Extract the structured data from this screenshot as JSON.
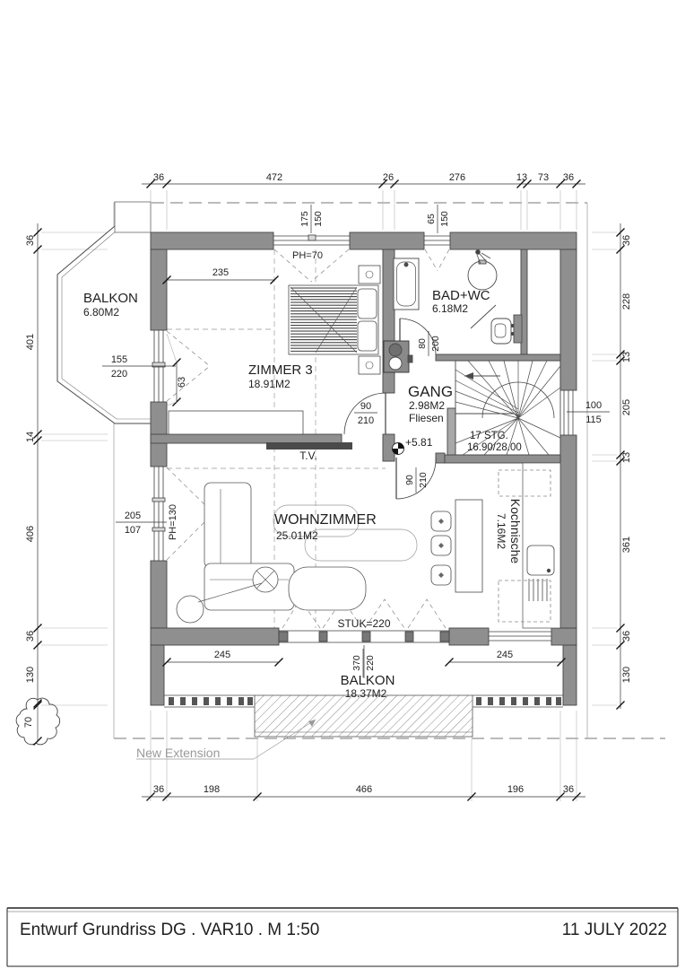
{
  "title": {
    "left": "Entwurf Grundriss DG . VAR10 . M 1:50",
    "right": "11 JULY 2022"
  },
  "rooms": {
    "balkon_west": {
      "name": "BALKON",
      "area": "6.80M2"
    },
    "zimmer3": {
      "name": "ZIMMER 3",
      "area": "18.91M2"
    },
    "bad": {
      "name": "BAD+WC",
      "area": "6.18M2"
    },
    "gang": {
      "name": "GANG",
      "area": "2.98M2",
      "floor": "Fliesen"
    },
    "wohnzimmer": {
      "name": "WOHNZIMMER",
      "area": "25.01M2"
    },
    "kochnische": {
      "name": "Kochnische",
      "area": "7.16M2"
    },
    "balkon_sued": {
      "name": "BALKON",
      "area": "18.37M2"
    }
  },
  "stairs": {
    "line1": "17 STG.",
    "line2": "16.90/28.00"
  },
  "labels": {
    "tv": "T.V.",
    "level": "+5.81",
    "ph70": "PH=70",
    "ph130": "PH=130",
    "stuk": "STUK=220",
    "new_extension": "New Extension"
  },
  "dims": {
    "top": [
      "36",
      "472",
      "26",
      "276",
      "13",
      "73",
      "36"
    ],
    "bottom": [
      "36",
      "198",
      "466",
      "196",
      "36"
    ],
    "left": [
      "36",
      "401",
      "14",
      "406",
      "36",
      "130"
    ],
    "right": [
      "36",
      "228",
      "13",
      "205",
      "13",
      "361",
      "36",
      "130"
    ],
    "d235": "235",
    "d245_left": "245",
    "d245_right": "245",
    "d63": "63",
    "cloud70": "70"
  },
  "windows": {
    "top_zimmer": {
      "w": "175",
      "h": "150"
    },
    "top_bad": {
      "w": "65",
      "h": "150"
    },
    "left_zimmer": {
      "w": "155",
      "h": "220"
    },
    "left_wohn": {
      "w": "205",
      "h": "107"
    },
    "right_stair": {
      "w": "100",
      "h": "115"
    }
  },
  "doors": {
    "bad": {
      "w": "80",
      "h": "200"
    },
    "zimmer3": {
      "w": "90",
      "h": "210"
    },
    "wohnzimmer": {
      "w": "90",
      "h": "210"
    },
    "balkon": {
      "w": "370",
      "h": "220"
    }
  }
}
